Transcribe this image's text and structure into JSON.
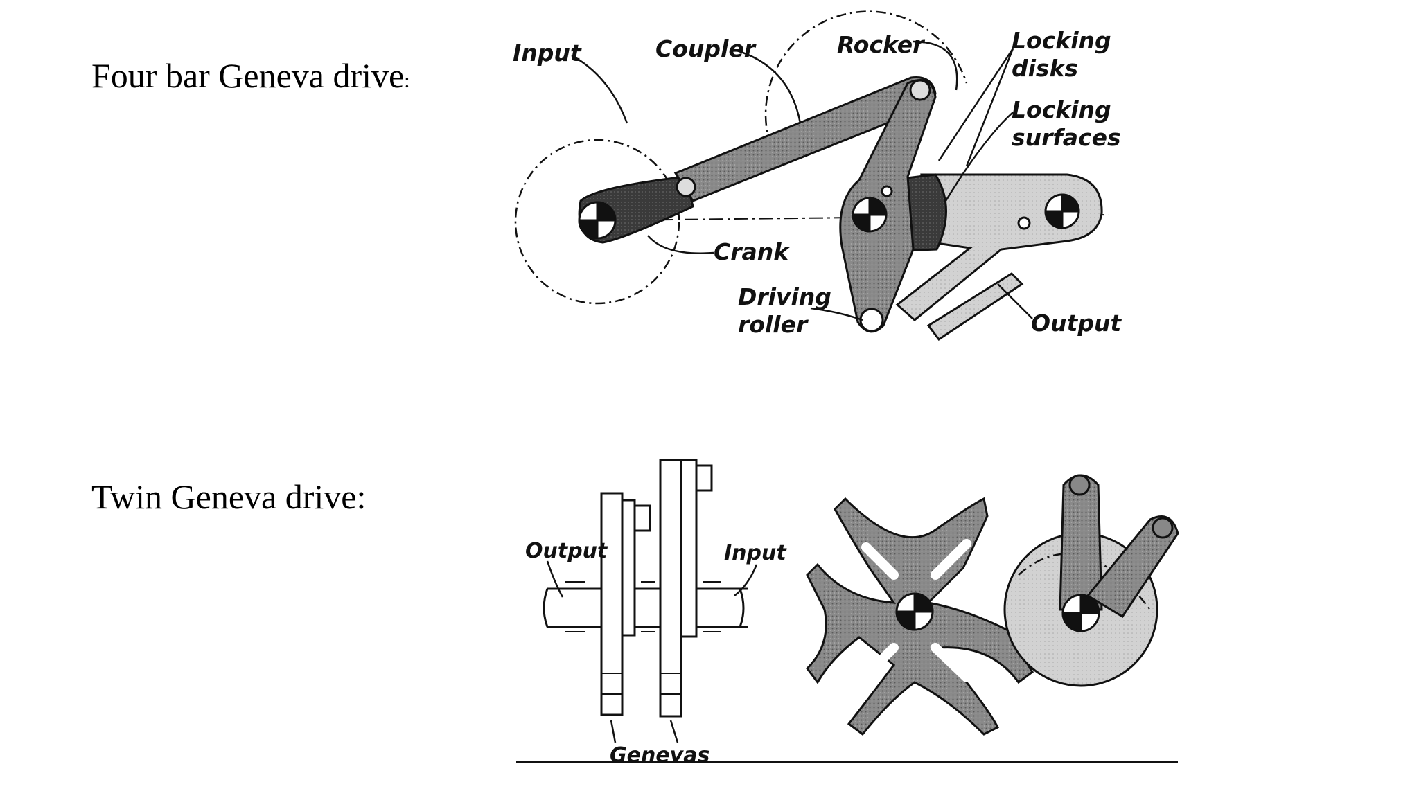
{
  "heading_four_bar": "Four bar Geneva drive",
  "heading_four_bar_colon": ":",
  "heading_twin": "Twin Geneva drive:",
  "four_bar_labels": {
    "input": "Input",
    "coupler": "Coupler",
    "rocker": "Rocker",
    "locking_disks_1": "Locking",
    "locking_disks_2": "disks",
    "locking_surfaces_1": "Locking",
    "locking_surfaces_2": "surfaces",
    "crank": "Crank",
    "driving_roller_1": "Driving",
    "driving_roller_2": "roller",
    "output": "Output"
  },
  "twin_labels": {
    "output": "Output",
    "input": "Input",
    "genevas": "Genevas"
  }
}
